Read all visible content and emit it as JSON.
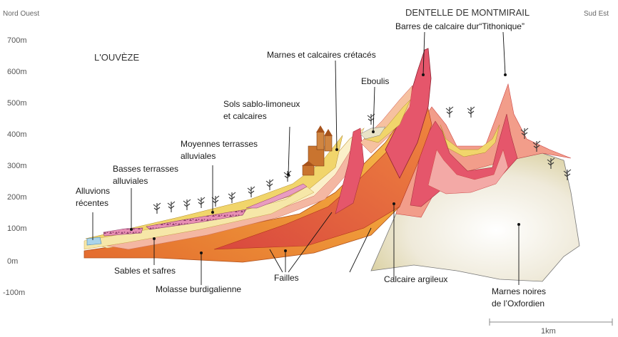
{
  "corners": {
    "left": "Nord Ouest",
    "right": "Sud Est"
  },
  "title": {
    "line1": "DENTELLE DE MONTMIRAIL",
    "river": "L'OUVÈZE"
  },
  "altitudes": [
    "700m",
    "600m",
    "500m",
    "400m",
    "300m",
    "200m",
    "100m",
    "0m",
    "-100m"
  ],
  "labels": {
    "barres_calcaire": "Barres de calcaire dur“Tithonique”",
    "marnes_calcaires": "Marnes et calcaires crétacés",
    "eboulis": "Eboulis",
    "sols_1": "Sols sablo-limoneux",
    "sols_2": "et calcaires",
    "moyennes_1": "Moyennes terrasses",
    "moyennes_2": "alluviales",
    "basses_1": "Basses terrasses",
    "basses_2": "alluviales",
    "alluvions_1": "Alluvions",
    "alluvions_2": "récentes",
    "sables": "Sables et safres",
    "molasse": "Molasse burdigalienne",
    "failles": "Failles",
    "calcaire_argileux": "Calcaire argileux",
    "marnes_noires_1": "Marnes noires",
    "marnes_noires_2": "de l’Oxfordien"
  },
  "scale": {
    "label": "1km"
  },
  "colors": {
    "molasse": "#e8843a",
    "sables": "#f6e7a8",
    "cream": "#fbf0c9",
    "pink": "#f3a9a6",
    "red": "#e5566b",
    "deep_red": "#d94866",
    "yellow": "#f1d56b",
    "oxfordien": "#e9e3c7",
    "alluvions": "#a9d3ea",
    "terrace": "#e88fb4"
  }
}
